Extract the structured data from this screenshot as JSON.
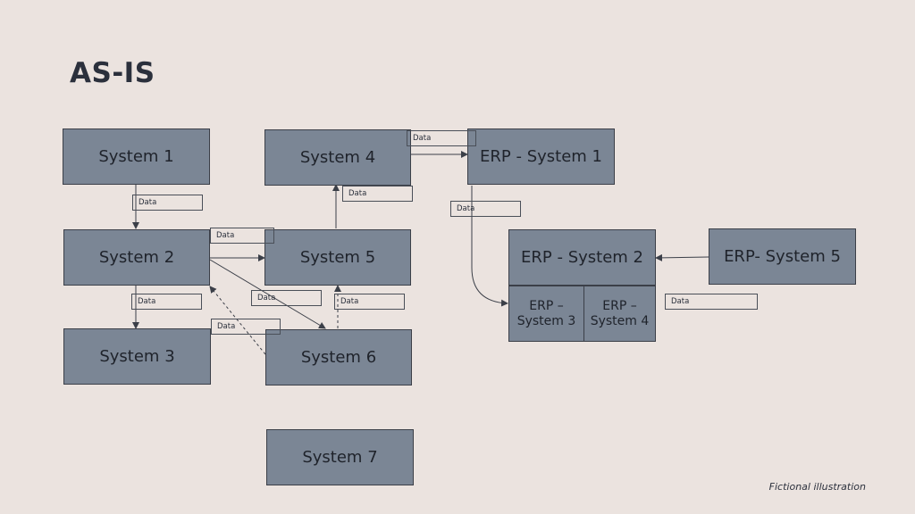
{
  "title": "AS-IS",
  "footnote": "Fictional illustration",
  "systems": {
    "s1": "System 1",
    "s2": "System 2",
    "s3": "System 3",
    "s4": "System 4",
    "s5": "System 5",
    "s6": "System 6",
    "s7": "System 7",
    "erp1": "ERP - System 1",
    "erp2": "ERP - System 2",
    "erp3": "ERP –\nSystem 3",
    "erp4": "ERP –\nSystem 4",
    "erp5": "ERP- System 5"
  },
  "flow_label": "Data",
  "colors": {
    "background": "#ebe3df",
    "box_fill": "#7b8695",
    "box_border": "#3b3f48",
    "title": "#2b303c",
    "line": "#3b3f48"
  }
}
